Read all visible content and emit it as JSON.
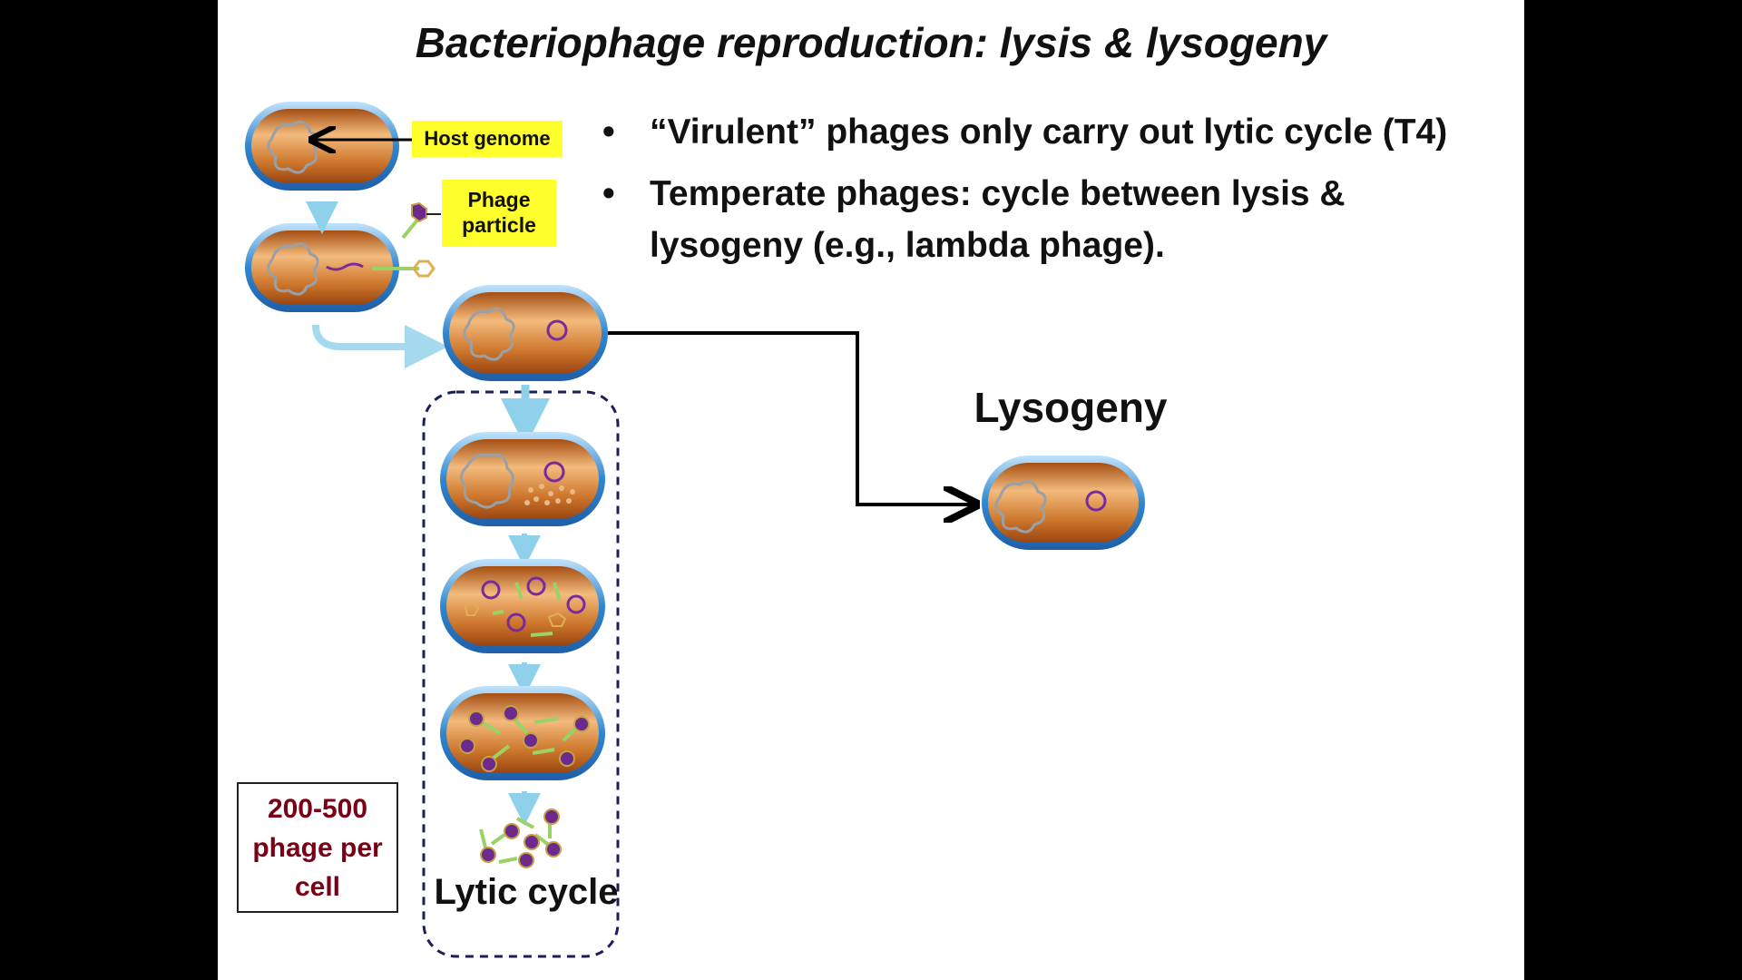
{
  "slide": {
    "title": "Bacteriophage reproduction:  lysis & lysogeny",
    "bullets": [
      "“Virulent” phages only carry out lytic cycle (T4)",
      "Temperate phages: cycle between lysis & lysogeny (e.g., lambda phage)."
    ],
    "bullet_symbol": "•"
  },
  "diagram": {
    "labels": {
      "host_genome": "Host genome",
      "phage_particle": "Phage particle",
      "lysogeny": "Lysogeny",
      "lytic_cycle": "Lytic cycle",
      "phage_count": "200-500 phage per cell"
    },
    "colors": {
      "cell_fill": "#c46a22",
      "cell_highlight": "#f6c184",
      "cell_border": "#3a8fd4",
      "plasmid": "#7a2a9c",
      "phage_head": "#6b2a8c",
      "phage_tail": "#9bd266",
      "label_bg": "#ffff2e",
      "count_text": "#7a0015",
      "flow_arrow": "#8fd0ea",
      "dashed_border": "#1a1f5c"
    }
  }
}
